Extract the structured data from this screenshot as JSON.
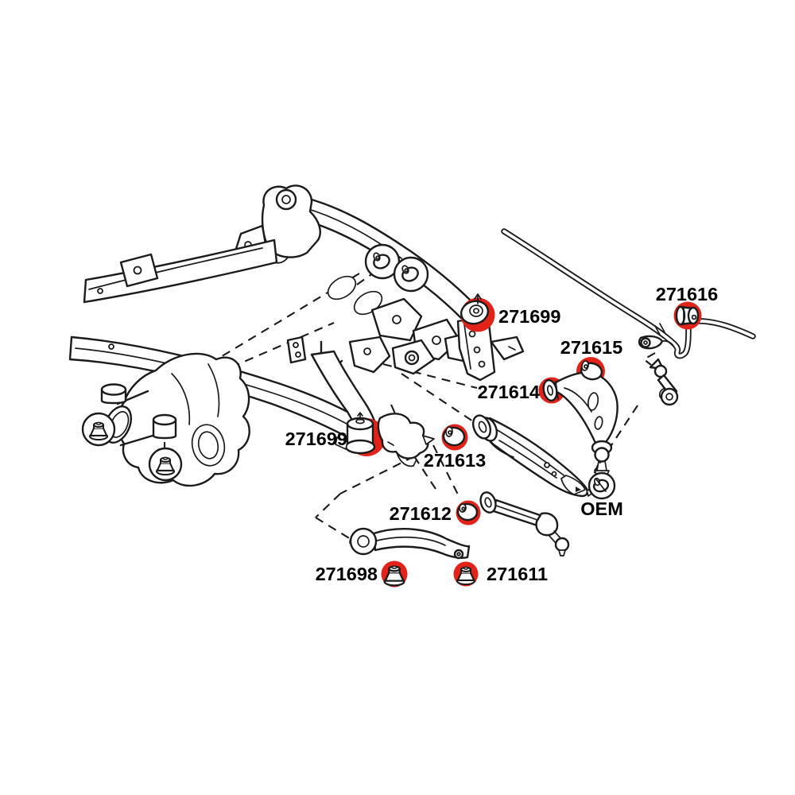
{
  "diagram": {
    "kind": "exploded-parts-line-drawing"
  },
  "colors": {
    "highlight": "#e2231a",
    "line": "#1b1b1b",
    "background": "#ffffff",
    "label_text": "#000000"
  },
  "labels": {
    "l271699_top": "271699",
    "l271699_lower": "271699",
    "l271616": "271616",
    "l271615": "271615",
    "l271614": "271614",
    "l271613": "271613",
    "l271612": "271612",
    "l271698": "271698",
    "l271611": "271611",
    "oem": "OEM"
  }
}
